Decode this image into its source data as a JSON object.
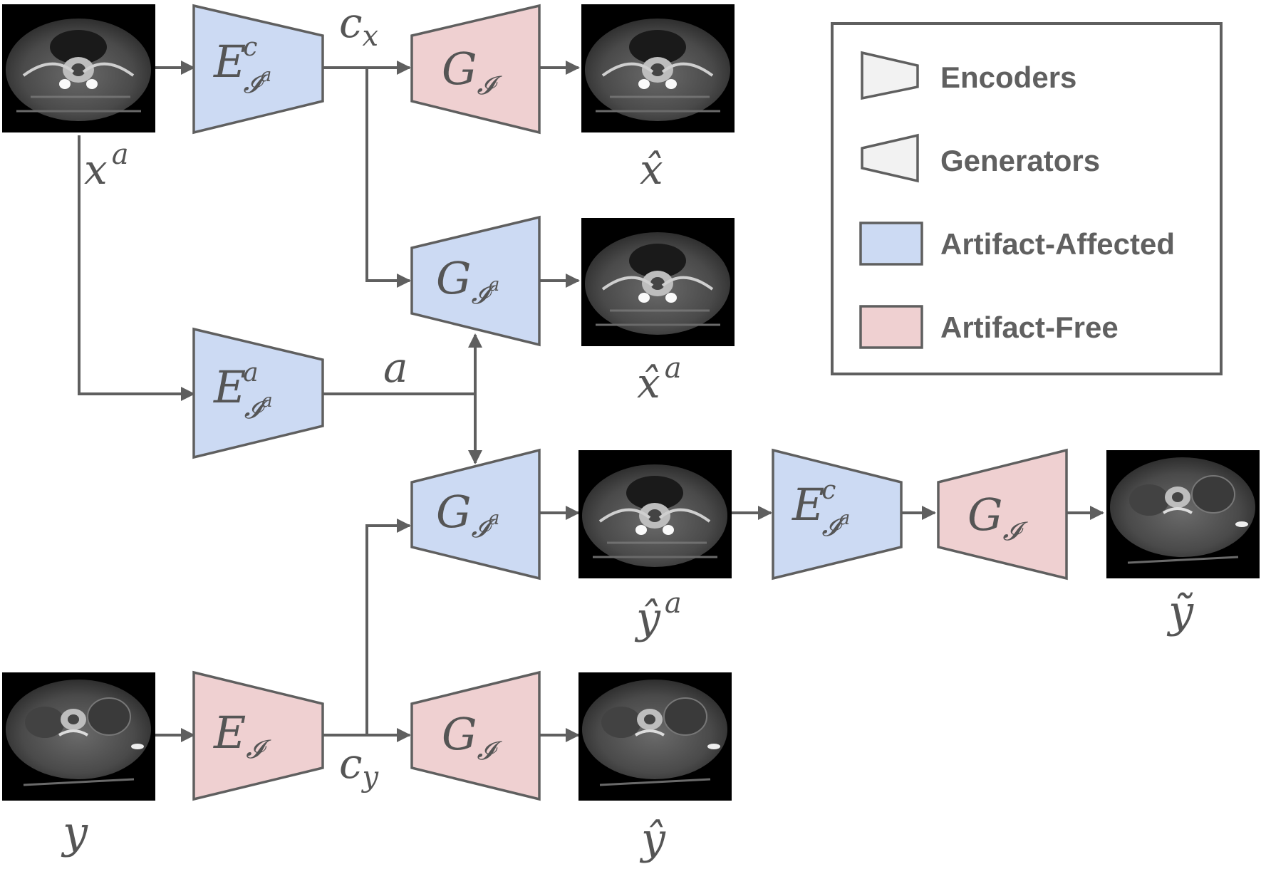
{
  "colors": {
    "artifact_affected": "#ccdaf3",
    "artifact_free": "#efd0d1",
    "neutral": "#f2f2f2",
    "stroke": "#5f5f5f",
    "label": "#555555"
  },
  "legend": {
    "encoders_label": "Encoders",
    "generators_label": "Generators",
    "affected_label": "Artifact-Affected",
    "free_label": "Artifact-Free"
  },
  "blocks": {
    "enc_content_a": {
      "base": "E",
      "sup": "c",
      "sub": "𝓘",
      "subsup": "a"
    },
    "gen_free_top": {
      "base": "G",
      "sub": "𝓘"
    },
    "gen_affected_mid": {
      "base": "G",
      "sub": "𝓘",
      "subsup": "a"
    },
    "enc_artifact": {
      "base": "E",
      "sup": "a",
      "sub": "𝓘",
      "subsup": "a"
    },
    "gen_affected_low": {
      "base": "G",
      "sub": "𝓘",
      "subsup": "a"
    },
    "enc_content_a2": {
      "base": "E",
      "sup": "c",
      "sub": "𝓘",
      "subsup": "a"
    },
    "gen_free_right": {
      "base": "G",
      "sub": "𝓘"
    },
    "enc_free": {
      "base": "E",
      "sub": "𝓘"
    },
    "gen_free_bottom": {
      "base": "G",
      "sub": "𝓘"
    }
  },
  "labels": {
    "cx": {
      "base": "c",
      "sub": "x"
    },
    "cy": {
      "base": "c",
      "sub": "y"
    },
    "a": {
      "base": "a"
    },
    "xa": {
      "base": "x",
      "sup": "a"
    },
    "y": {
      "base": "y"
    },
    "x_hat": {
      "base": "x̂"
    },
    "xa_hat": {
      "base": "x̂",
      "sup": "a"
    },
    "ya_hat": {
      "base": "ŷ",
      "sup": "a"
    },
    "y_tilde": {
      "base": "ỹ"
    },
    "y_hat": {
      "base": "ŷ"
    }
  }
}
